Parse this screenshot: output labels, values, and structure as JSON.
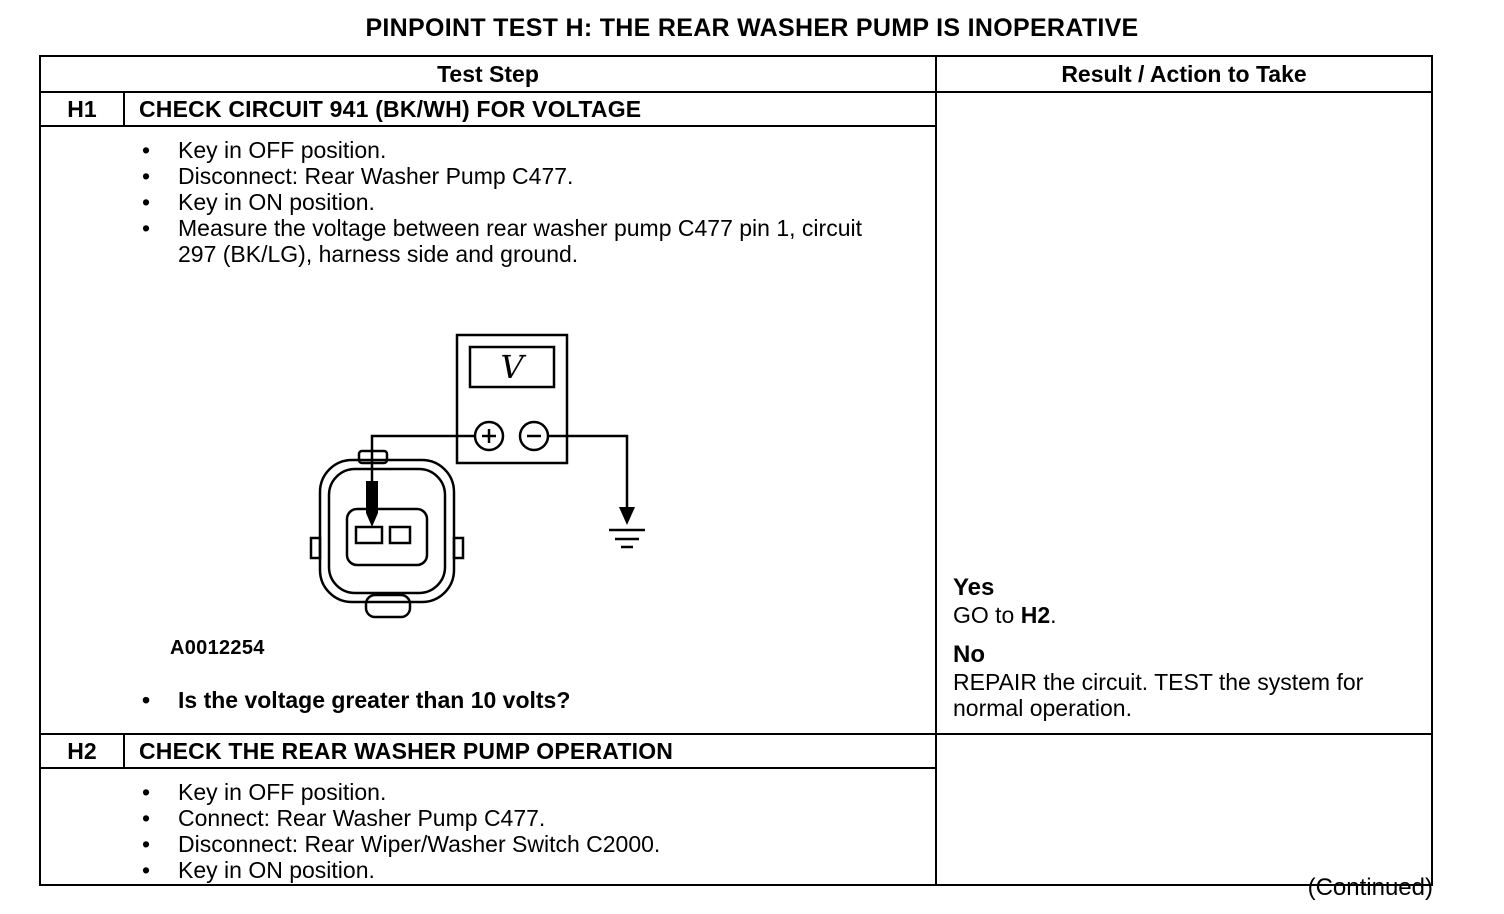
{
  "title": "PINPOINT TEST H: THE REAR WASHER PUMP IS INOPERATIVE",
  "table": {
    "col1_header": "Test Step",
    "col2_header": "Result / Action to Take"
  },
  "h1": {
    "id": "H1",
    "title": "CHECK CIRCUIT 941 (BK/WH) FOR VOLTAGE",
    "bullets": [
      "Key in OFF position.",
      "Disconnect: Rear Washer Pump C477.",
      "Key in ON position.",
      "Measure the voltage between rear washer pump C477 pin 1, circuit 297 (BK/LG), harness side and ground."
    ],
    "diagram": {
      "meter_label": "V",
      "figure_label": "A0012254"
    },
    "question": "Is the voltage greater than 10 volts?",
    "result": {
      "yes_label": "Yes",
      "yes_action_prefix": "GO to ",
      "yes_action_target": "H2",
      "yes_action_suffix": ".",
      "no_label": "No",
      "no_action": "REPAIR the circuit. TEST the system for normal operation."
    }
  },
  "h2": {
    "id": "H2",
    "title": "CHECK THE REAR WASHER PUMP OPERATION",
    "bullets": [
      "Key in OFF position.",
      "Connect: Rear Washer Pump C477.",
      "Disconnect: Rear Wiper/Washer Switch C2000.",
      "Key in ON position."
    ]
  },
  "continued": "(Continued)"
}
